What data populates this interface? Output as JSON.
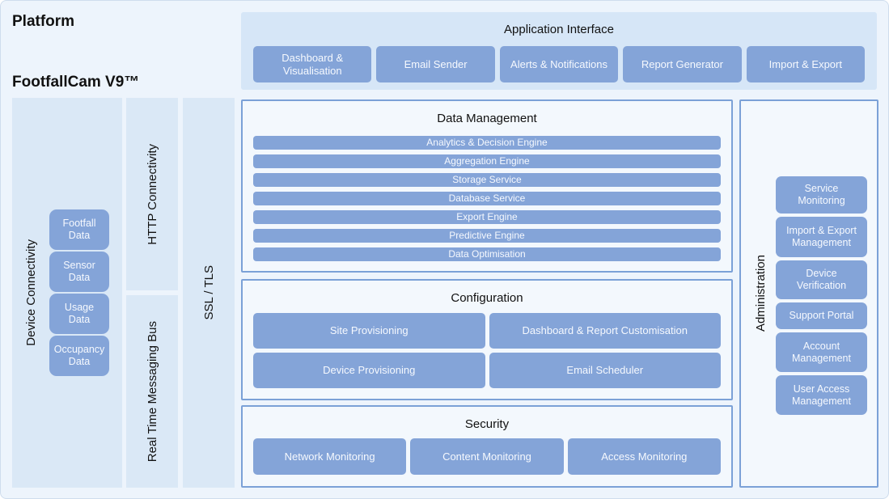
{
  "page": {
    "platform_title": "Platform",
    "product_title": "FootfallCam V9™"
  },
  "application_interface": {
    "title": "Application Interface",
    "buttons": [
      {
        "label": "Dashboard & Visualisation"
      },
      {
        "label": "Email Sender"
      },
      {
        "label": "Alerts & Notifications"
      },
      {
        "label": "Report Generator"
      },
      {
        "label": "Import & Export"
      }
    ]
  },
  "device_connectivity": {
    "title": "Device Connectivity",
    "boxes": [
      {
        "label": "Footfall Data"
      },
      {
        "label": "Sensor Data"
      },
      {
        "label": "Usage Data"
      },
      {
        "label": "Occupancy Data"
      }
    ]
  },
  "transport": {
    "http_label": "HTTP Connectivity",
    "rtmb_label": "Real Time Messaging Bus",
    "ssl_label": "SSL / TLS"
  },
  "data_management": {
    "title": "Data Management",
    "rows": [
      {
        "label": "Analytics & Decision Engine"
      },
      {
        "label": "Aggregation Engine"
      },
      {
        "label": "Storage Service"
      },
      {
        "label": "Database Service"
      },
      {
        "label": "Export Engine"
      },
      {
        "label": "Predictive Engine"
      },
      {
        "label": "Data Optimisation"
      }
    ]
  },
  "configuration": {
    "title": "Configuration",
    "buttons": [
      {
        "label": "Site Provisioning"
      },
      {
        "label": "Dashboard & Report Customisation"
      },
      {
        "label": "Device Provisioning"
      },
      {
        "label": "Email Scheduler"
      }
    ]
  },
  "security": {
    "title": "Security",
    "buttons": [
      {
        "label": "Network Monitoring"
      },
      {
        "label": "Content Monitoring"
      },
      {
        "label": "Access Monitoring"
      }
    ]
  },
  "administration": {
    "title": "Administration",
    "boxes": [
      {
        "label": "Service Monitoring"
      },
      {
        "label": "Import & Export Management"
      },
      {
        "label": "Device Verification"
      },
      {
        "label": "Support Portal"
      },
      {
        "label": "Account Management"
      },
      {
        "label": "User Access Management"
      }
    ]
  },
  "colors": {
    "page_bg": "#edf4fc",
    "panel_bg": "#d6e6f7",
    "column_bg": "#dae8f6",
    "section_bg": "#f3f8fd",
    "section_border": "#7ba1d7",
    "node_fill": "#84a4d8",
    "node_text": "#f6f9fe",
    "heading_text": "#111111"
  }
}
